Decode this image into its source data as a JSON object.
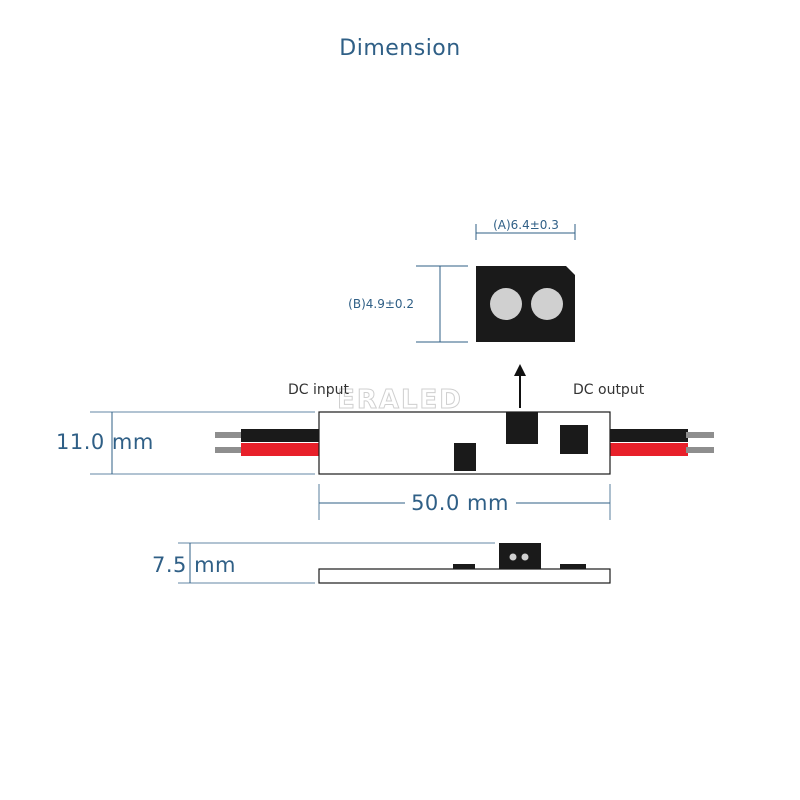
{
  "title": "Dimension",
  "connector": {
    "width_label": "(A)6.4±0.3",
    "height_label": "(B)4.9±0.2"
  },
  "module": {
    "input_label": "DC input",
    "output_label": "DC output",
    "watermark": "ERALED"
  },
  "dimensions": {
    "height": "11.0 mm",
    "length": "50.0 mm",
    "thickness": "7.5 mm"
  },
  "colors": {
    "dimension_text": "#2f5f86",
    "wire_red": "#e8202a",
    "wire_black": "#1a1a1a",
    "wire_tip": "#8e8e8e",
    "component": "#1a1a1a"
  }
}
